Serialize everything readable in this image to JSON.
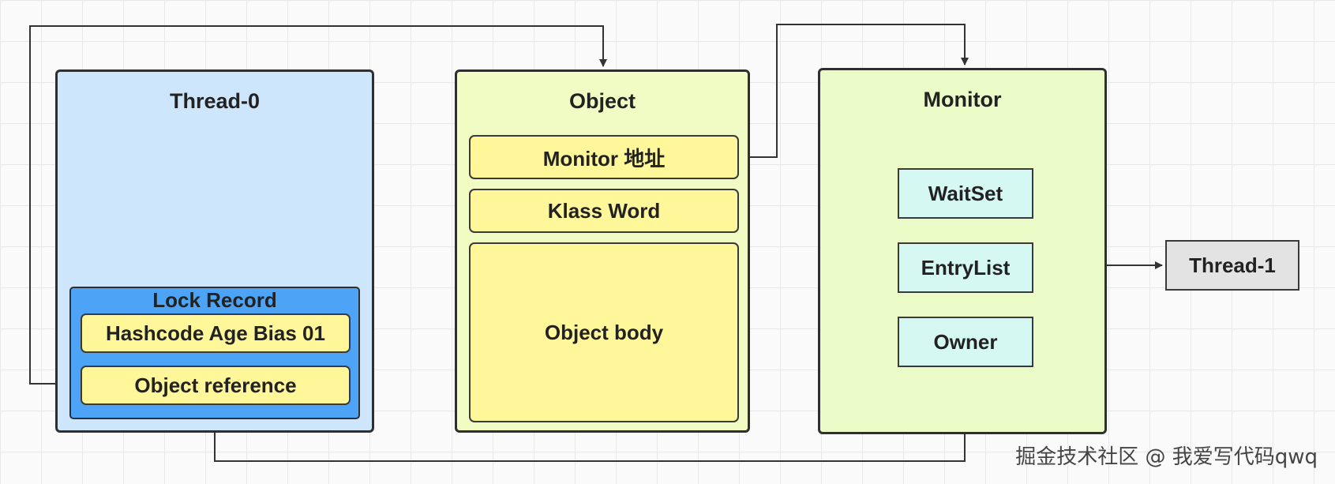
{
  "thread0": {
    "title": "Thread-0",
    "lock_record": {
      "title": "Lock Record",
      "mark_word": "Hashcode Age Bias 01",
      "object_reference": "Object reference"
    }
  },
  "object": {
    "title": "Object",
    "monitor_address": "Monitor 地址",
    "klass_word": "Klass Word",
    "body": "Object body"
  },
  "monitor": {
    "title": "Monitor",
    "wait_set": "WaitSet",
    "entry_list": "EntryList",
    "owner": "Owner"
  },
  "thread1": {
    "label": "Thread-1"
  },
  "watermark": "掘金技术社区 @ 我爱写代码qwq",
  "colors": {
    "thread_bg": "#cde6fb",
    "lock_record_bg": "#4da3f5",
    "field_bg": "#fff79a",
    "object_bg": "#f0fcc4",
    "monitor_bg": "#eafbc8",
    "monitor_field_bg": "#d6f8f2",
    "thread1_bg": "#e3e3e3",
    "line": "#333333"
  }
}
